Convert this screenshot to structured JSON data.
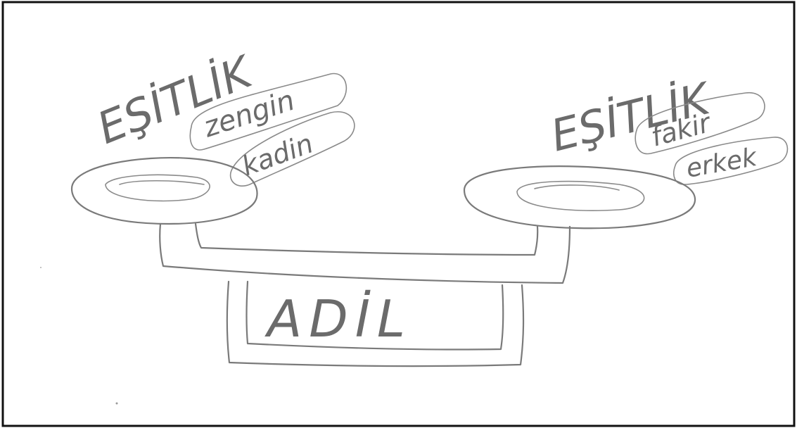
{
  "drawing": {
    "left_pan": {
      "heading": "EŞİTLİK",
      "tags": [
        "zengin",
        "kadin"
      ]
    },
    "right_pan": {
      "heading": "EŞİTLİK",
      "tags": [
        "fakir",
        "erkek"
      ]
    },
    "base_label": "ADİL"
  }
}
